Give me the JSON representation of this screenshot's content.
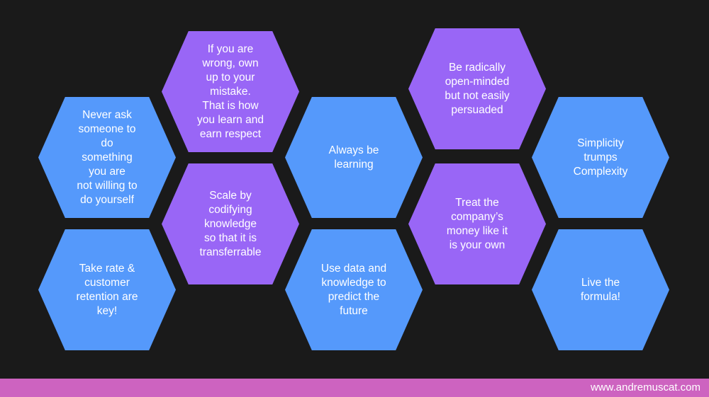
{
  "colors": {
    "background": "#1a1a1a",
    "blue": "#5599fb",
    "purple": "#9966f6",
    "footer": "#cd63c0",
    "text": "#ffffff"
  },
  "hexagons": [
    {
      "text": "Never ask\nsomeone to\ndo\nsomething\nyou are\nnot willing to\ndo yourself",
      "color": "blue"
    },
    {
      "text": "Take rate &\ncustomer\nretention are\nkey!",
      "color": "blue"
    },
    {
      "text": "If you are\nwrong, own\nup to your\nmistake.\nThat is how\nyou learn and\nearn respect",
      "color": "purple"
    },
    {
      "text": "Scale by\ncodifying\nknowledge\nso that it is\ntransferrable",
      "color": "purple"
    },
    {
      "text": "Always be\nlearning",
      "color": "blue"
    },
    {
      "text": "Use data and\nknowledge to\npredict the\nfuture",
      "color": "blue"
    },
    {
      "text": "Be radically\nopen-minded\nbut not easily\npersuaded",
      "color": "purple"
    },
    {
      "text": "Treat the\ncompany’s\nmoney like it\nis your own",
      "color": "purple"
    },
    {
      "text": "Simplicity\ntrumps\nComplexity",
      "color": "blue"
    },
    {
      "text": "Live the\nformula!",
      "color": "blue"
    }
  ],
  "footer": {
    "url": "www.andremuscat.com"
  }
}
